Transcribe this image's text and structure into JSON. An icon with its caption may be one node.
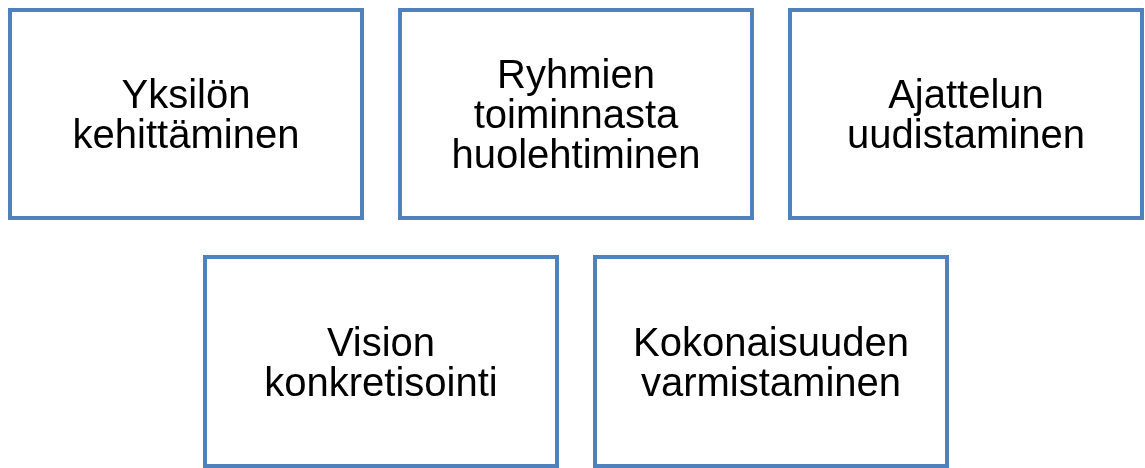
{
  "diagram": {
    "nodes": [
      {
        "text": [
          "Yksilön kehittäminen"
        ]
      },
      {
        "text": [
          "Ryhmien toiminnasta huolehtiminen"
        ]
      },
      {
        "text": [
          "Ajattelun uudistaminen"
        ]
      },
      {
        "text": [
          "Vision konkretisointi"
        ]
      },
      {
        "text": [
          "Kokonaisuuden varmistaminen"
        ]
      }
    ]
  }
}
